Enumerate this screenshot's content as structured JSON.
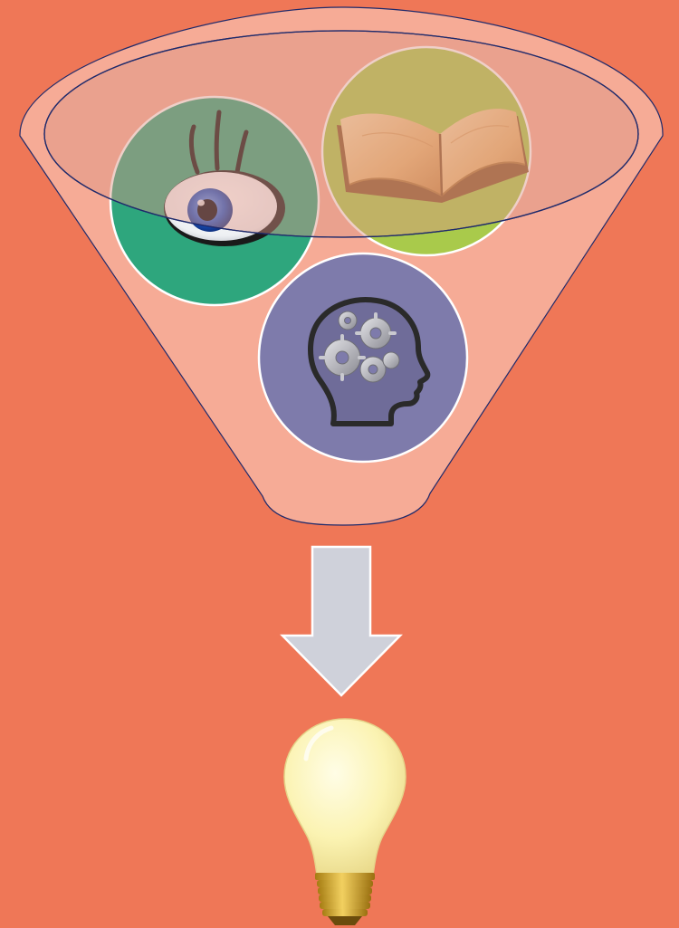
{
  "colors": {
    "background": "#EF7757",
    "funnel_fill": "#F6AB96",
    "funnel_outline": "#1F2A6B",
    "funnel_mouth_fill": "#DB9585",
    "eye_circle": "#2EA67D",
    "book_circle": "#A9CA4B",
    "brain_circle": "#7E7BAB",
    "arrow_fill": "#CFD1DA",
    "arrow_stroke": "#FFFFFF",
    "bulb_glass": "#FBF3B2",
    "bulb_base": "#D9AE2E"
  },
  "diagram": {
    "inputs": [
      {
        "id": "see",
        "icon": "eye-icon"
      },
      {
        "id": "read",
        "icon": "open-book-icon"
      },
      {
        "id": "think",
        "icon": "head-gears-icon"
      }
    ],
    "connector": {
      "icon": "down-arrow-icon",
      "direction": "down"
    },
    "output": {
      "icon": "light-bulb-icon"
    }
  }
}
